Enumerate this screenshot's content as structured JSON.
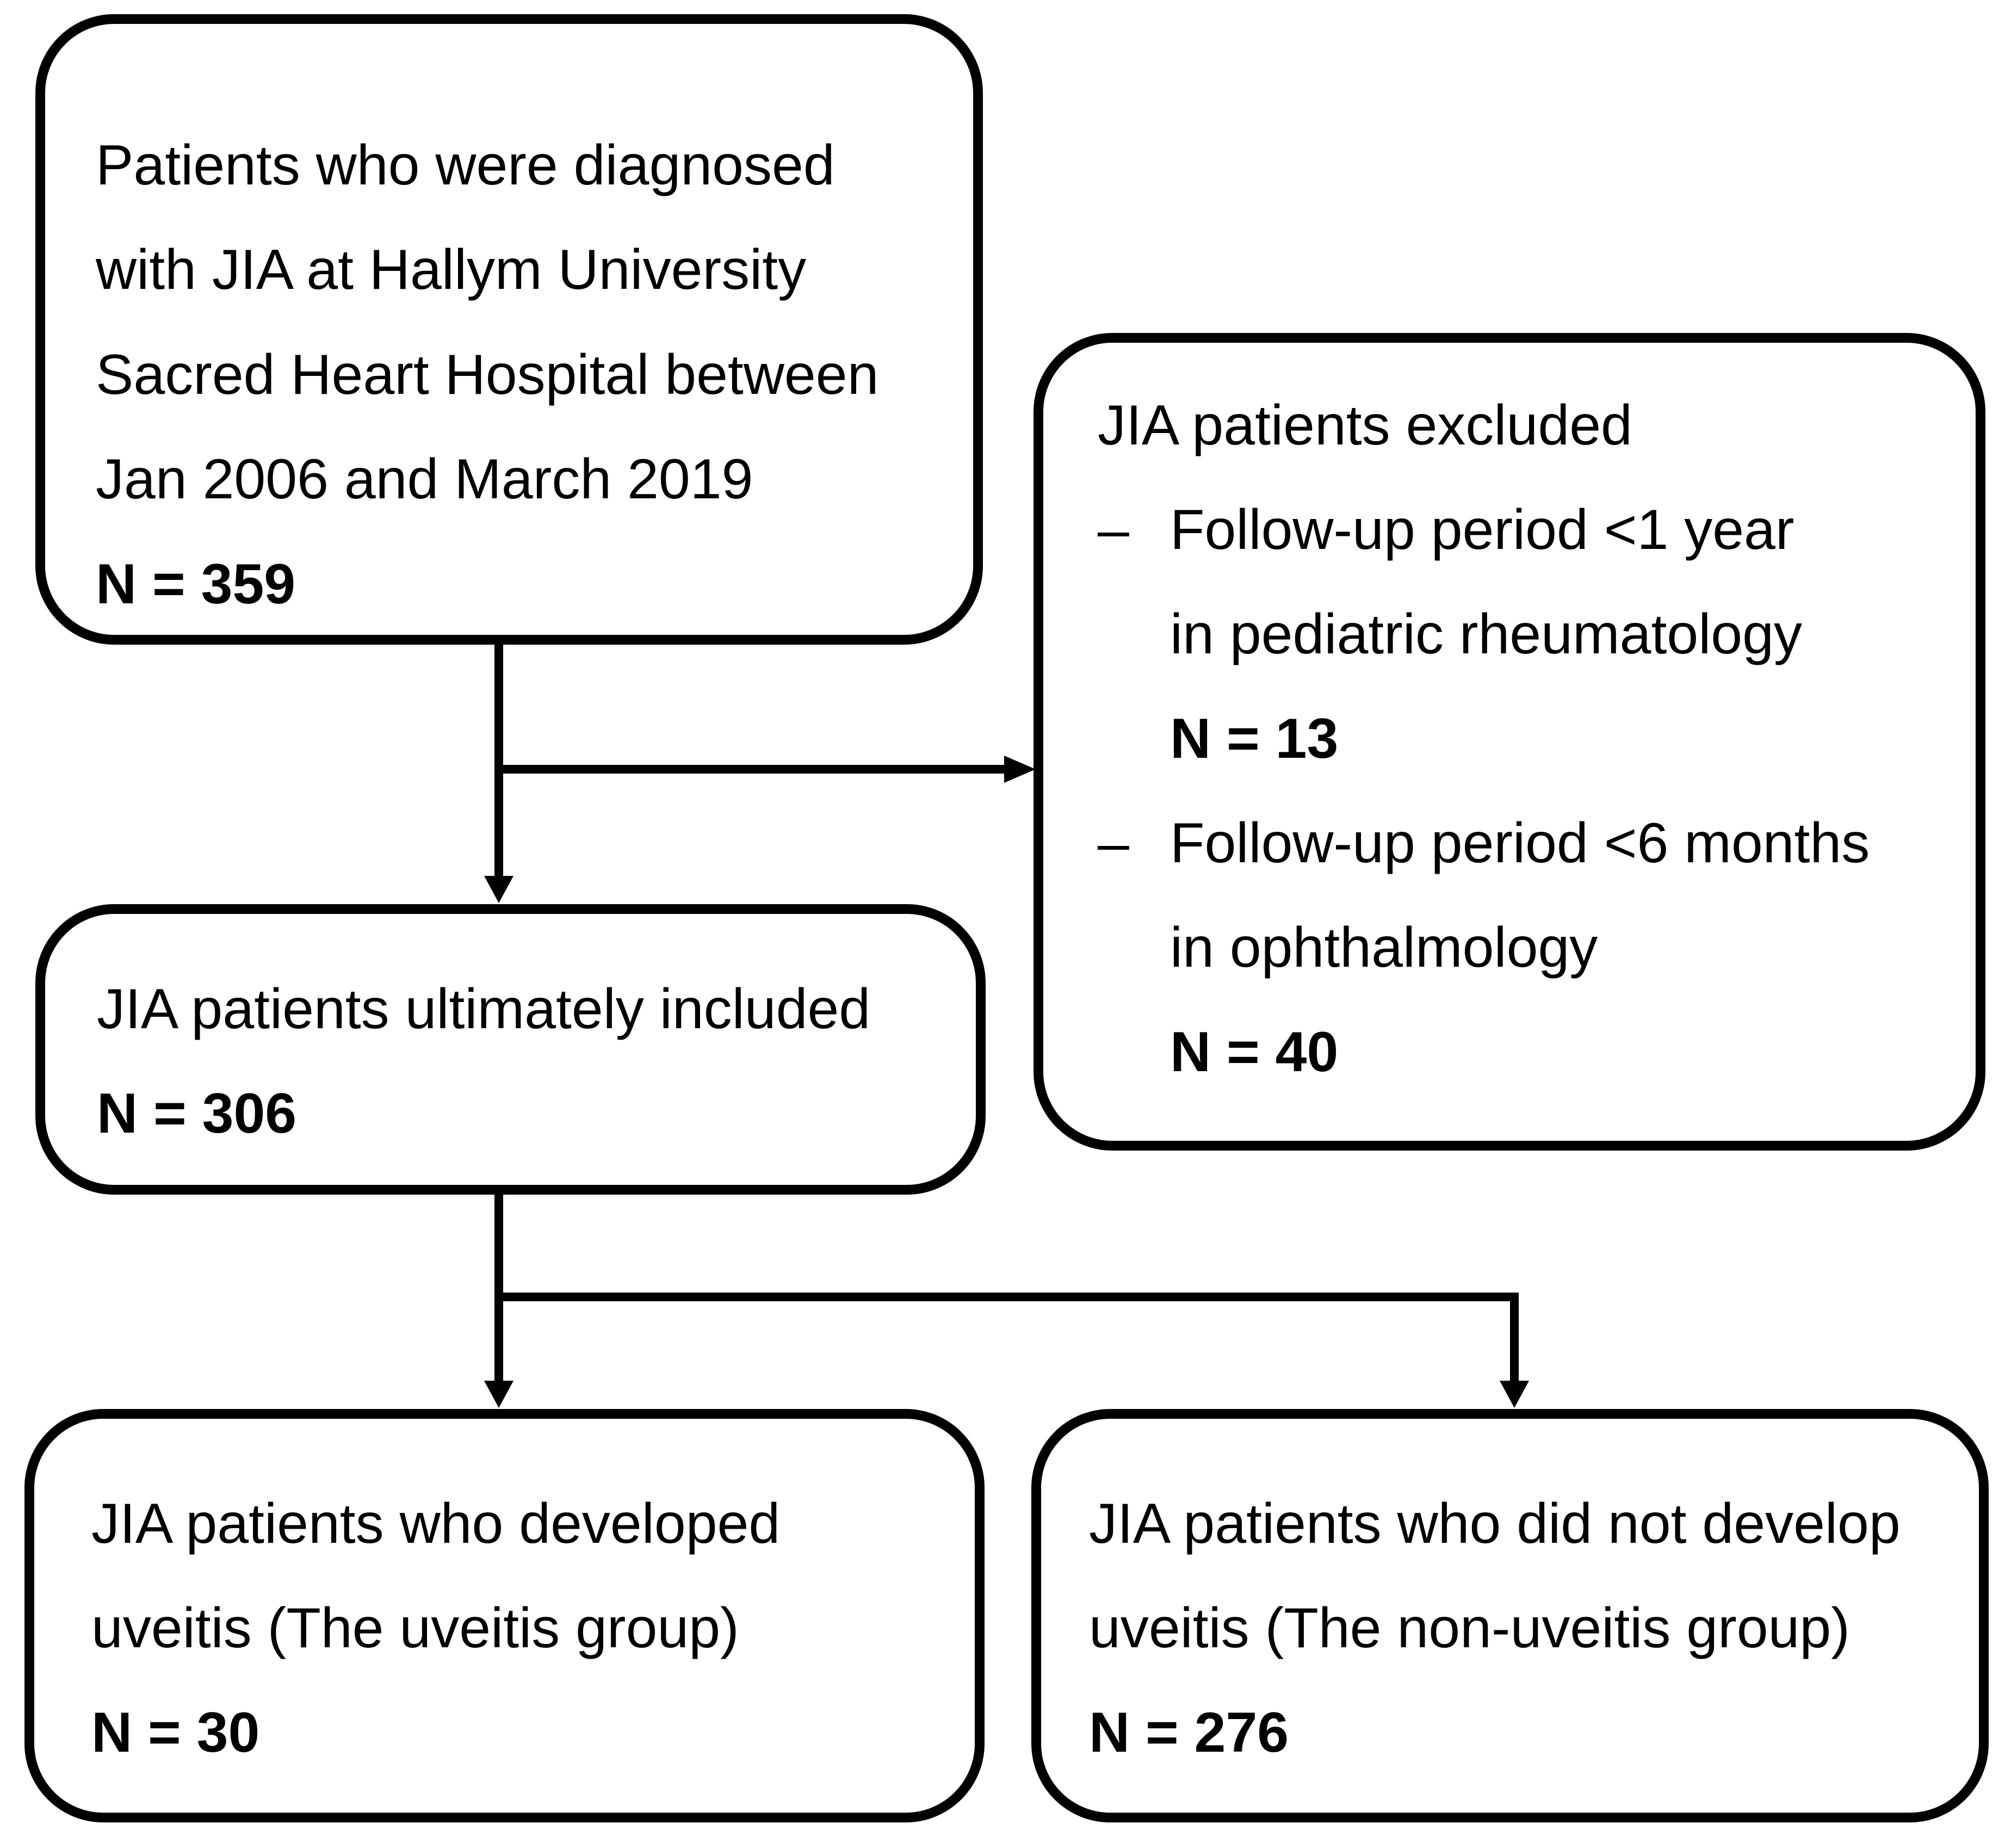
{
  "colors": {
    "ink": "#000000",
    "background": "#ffffff"
  },
  "flowchart": {
    "boxes": {
      "source": {
        "line1": "Patients who were diagnosed",
        "line2": "with JIA at Hallym University",
        "line3": "Sacred Heart Hospital between",
        "line4": "Jan 2006 and March 2019",
        "count_label": "N = 359"
      },
      "excluded": {
        "title": "JIA patients excluded",
        "bullets": [
          {
            "dash": "–",
            "line1": "Follow-up period <1 year",
            "line2": "in pediatric rheumatology",
            "count_label": "N = 13"
          },
          {
            "dash": "–",
            "line1": "Follow-up period <6 months",
            "line2": "in ophthalmology",
            "count_label": "N = 40"
          }
        ]
      },
      "included": {
        "line1": "JIA patients ultimately included",
        "count_label": "N = 306"
      },
      "uveitis_group": {
        "line1": "JIA patients who developed",
        "line2": "uveitis (The uveitis group)",
        "count_label": "N = 30"
      },
      "non_uveitis_group": {
        "line1": "JIA patients who did not develop",
        "line2": "uveitis (The non-uveitis group)",
        "count_label": "N = 276"
      }
    }
  }
}
